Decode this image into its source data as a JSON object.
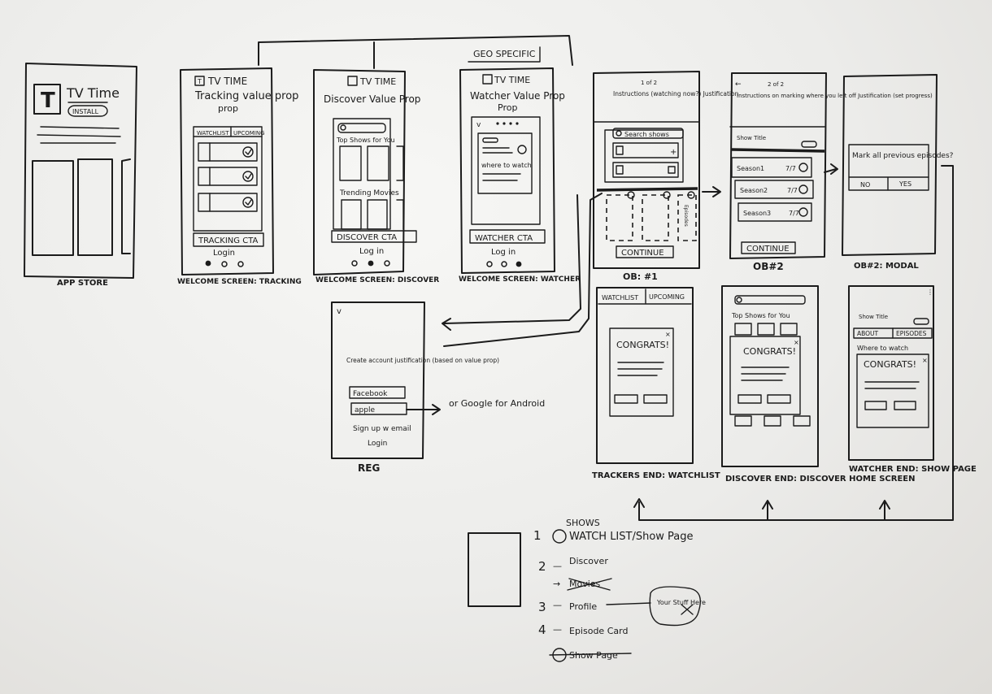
{
  "screens": {
    "app_store": {
      "app_name": "TV Time",
      "install": "INSTALL",
      "caption": "APP STORE"
    },
    "welcome_tracking": {
      "brand": "TV TIME",
      "title": "Tracking value prop",
      "tab_watchlist": "WATCHLIST",
      "tab_upcoming": "UPCOMING",
      "cta": "TRACKING CTA",
      "login": "Login",
      "caption": "WELCOME SCREEN: TRACKING"
    },
    "welcome_discover": {
      "brand": "TV TIME",
      "title": "Discover Value Prop",
      "section_shows": "Top Shows for You",
      "section_movies": "Trending Movies",
      "cta": "DISCOVER CTA",
      "login": "Log in",
      "caption": "WELCOME SCREEN: DISCOVER"
    },
    "welcome_watcher": {
      "geo": "GEO SPECIFIC",
      "brand": "TV TIME",
      "title": "Watcher Value Prop",
      "where_to_watch": "where to watch",
      "cta": "WATCHER CTA",
      "login": "Log in",
      "caption": "WELCOME SCREEN: WATCHER"
    },
    "reg": {
      "heading": "Create account justification (based on value prop)",
      "facebook": "Facebook",
      "apple": "apple",
      "email": "Sign up w email",
      "login": "Login",
      "note": "or Google for Android",
      "caption": "REG"
    },
    "ob1": {
      "step": "1 of 2",
      "heading": "Instructions (watching now?) Justification",
      "search": "Search shows",
      "side": "Episodes",
      "cta": "CONTINUE",
      "caption": "OB: #1"
    },
    "ob2": {
      "step": "2 of 2",
      "heading": "Instructions on marking where you left off Justification (set progress)",
      "show_title": "Show Title",
      "seasons": [
        {
          "label": "Season1",
          "count": "7/7"
        },
        {
          "label": "Season2",
          "count": "7/7"
        },
        {
          "label": "Season3",
          "count": "7/7"
        }
      ],
      "cta": "CONTINUE",
      "caption": "OB#2"
    },
    "ob2_modal": {
      "question": "Mark all previous episodes?",
      "no": "NO",
      "yes": "YES",
      "caption": "OB#2: MODAL"
    },
    "end_trackers": {
      "tab_watchlist": "WATCHLIST",
      "tab_upcoming": "UPCOMING",
      "congrats": "CONGRATS!",
      "caption": "TRACKERS END: WATCHLIST"
    },
    "end_discover": {
      "section_shows": "Top Shows for You",
      "congrats": "CONGRATS!",
      "caption": "DISCOVER END: DISCOVER HOME SCREEN"
    },
    "end_watcher": {
      "show_title": "Show Title",
      "tab_about": "ABOUT",
      "tab_episodes": "EPISODES",
      "where_to_watch": "Where to watch",
      "congrats": "CONGRATS!",
      "caption": "WATCHER END: SHOW PAGE"
    }
  },
  "nav_list": {
    "items": [
      {
        "number": "1",
        "label": "WATCH LIST/Show Page",
        "note": "SHOWS"
      },
      {
        "number": "2",
        "label": "Discover",
        "struck": "Movies"
      },
      {
        "number": "3",
        "label": "Profile",
        "bubble": "Your Stuff Here"
      },
      {
        "number": "4",
        "label": "Episode Card",
        "struck": "Show Page"
      }
    ]
  }
}
